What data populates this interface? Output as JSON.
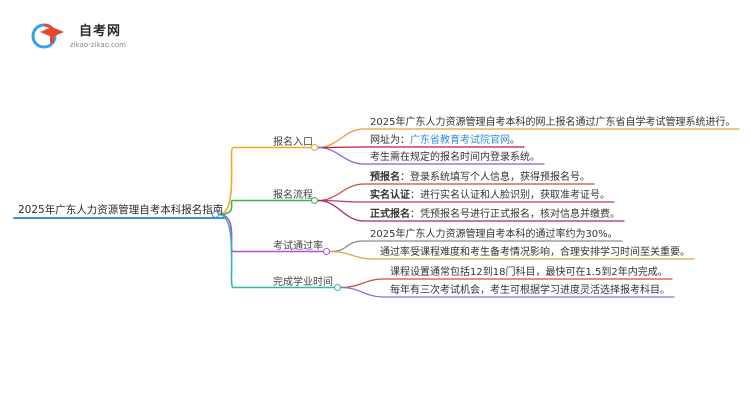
{
  "logo": {
    "title": "自考网",
    "url": "zikao-zikao.com",
    "icon": "graduation-cap-c-logo-icon"
  },
  "root": "2025年广东人力资源管理自考本科报名指南",
  "branches": [
    {
      "label": "报名入口",
      "color": "#f5a623",
      "leaves": [
        {
          "segments": [
            {
              "text": "2025年广东人力资源管理自考本科的网上报名通过广东省自学考试管理系统进行。"
            }
          ]
        },
        {
          "segments": [
            {
              "text": "网址为："
            },
            {
              "text": "广东省教育考试院官网",
              "link": true
            },
            {
              "text": "。"
            }
          ]
        },
        {
          "segments": [
            {
              "text": "考生需在规定的报名时间内登录系统。"
            }
          ]
        }
      ]
    },
    {
      "label": "报名流程",
      "color": "#3bb54a",
      "leaves": [
        {
          "segments": [
            {
              "text": "预报名",
              "bold": true
            },
            {
              "text": "：登录系统填写个人信息，获得预报名号。"
            }
          ]
        },
        {
          "segments": [
            {
              "text": "实名认证",
              "bold": true
            },
            {
              "text": "：进行实名认证和人脸识别，获取准考证号。"
            }
          ]
        },
        {
          "segments": [
            {
              "text": "正式报名",
              "bold": true
            },
            {
              "text": "：凭预报名号进行正式报名，核对信息并缴费。"
            }
          ]
        }
      ]
    },
    {
      "label": "考试通过率",
      "color": "#b54de0",
      "leaves": [
        {
          "segments": [
            {
              "text": "2025年广东人力资源管理自考本科的通过率约为30%。"
            }
          ]
        },
        {
          "segments": [
            {
              "text": "通过率受课程难度和考生备考情况影响，合理安排学习时间至关重要。"
            }
          ]
        }
      ]
    },
    {
      "label": "完成学业时间",
      "color": "#2fb8a6",
      "leaves": [
        {
          "segments": [
            {
              "text": "课程设置通常包括12到18门科目，最快可在1.5到2年内完成。"
            }
          ]
        },
        {
          "segments": [
            {
              "text": "每年有三次考试机会，考生可根据学习进度灵活选择报考科目。"
            }
          ]
        }
      ]
    }
  ],
  "colors": {
    "root": "#3d8fd6",
    "leaf_lines": [
      "#e89a3c",
      "#c2183b",
      "#8a5bd3",
      "#c94a3a",
      "#b93a6a",
      "#9b2f6f",
      "#8a8a8a",
      "#e0a24a",
      "#cf4b4b",
      "#8a6fd6"
    ]
  }
}
